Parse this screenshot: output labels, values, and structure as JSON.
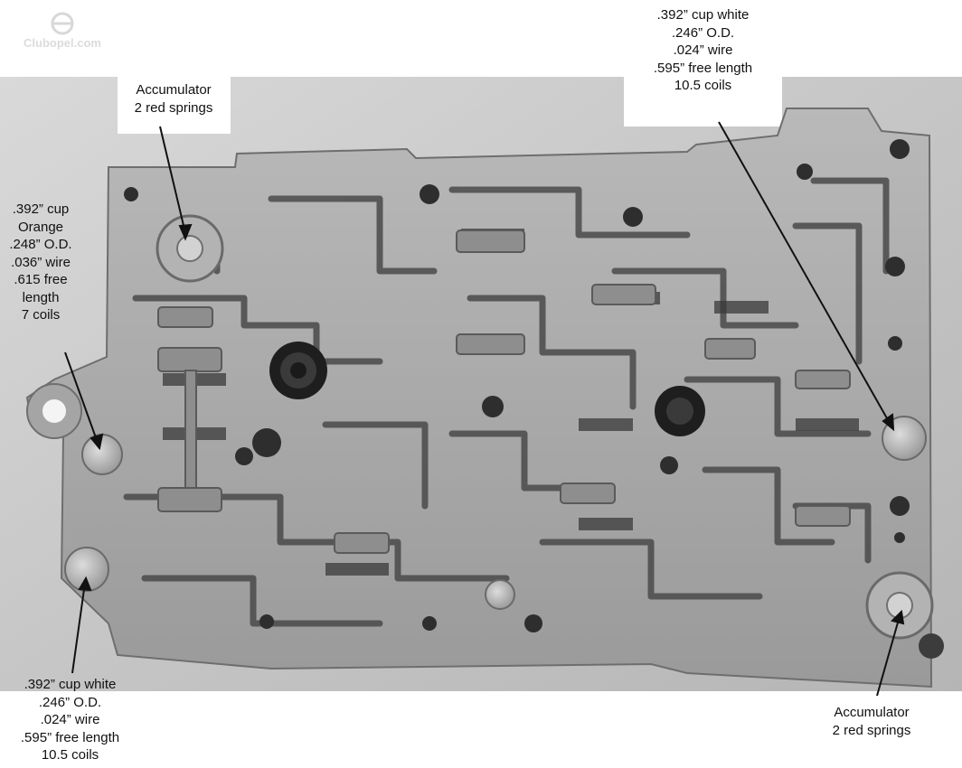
{
  "labels": {
    "top_left": [
      "Accumulator",
      "2 red springs"
    ],
    "left_mid": [
      ".392” cup",
      "Orange",
      ".248” O.D.",
      ".036” wire",
      ".615 free",
      "length",
      "7 coils"
    ],
    "top_right": [
      ".392” cup white",
      ".246” O.D.",
      ".024” wire",
      ".595” free length",
      "10.5 coils"
    ],
    "bottom_left": [
      ".392” cup white",
      ".246” O.D.",
      ".024” wire",
      ".595” free length",
      "10.5 coils"
    ],
    "bottom_right": [
      "Accumulator",
      "2 red springs"
    ]
  },
  "watermark": {
    "text": "Clubopel.com"
  },
  "colors": {
    "background": "#ffffff",
    "photo_backdrop": "#c8c8c8",
    "casting": "#a9a9a9",
    "channel": "#4a4a4a",
    "text": "#111111"
  }
}
